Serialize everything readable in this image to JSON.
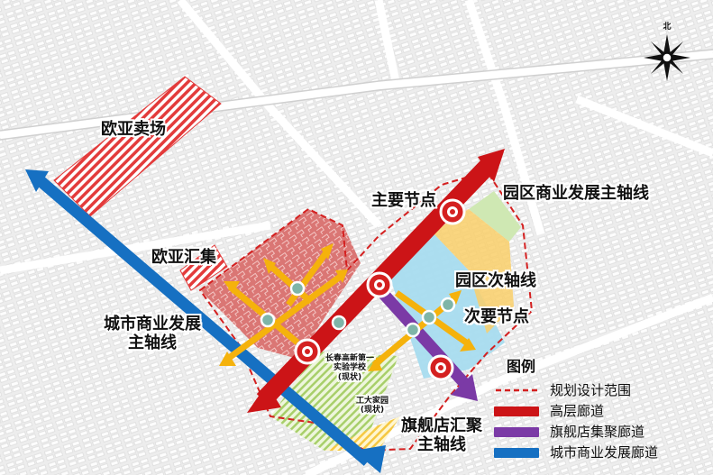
{
  "map": {
    "area_labels": {
      "ouya_market": "欧亚卖场",
      "ouya_huiji": "欧亚汇集",
      "main_node": "主要节点",
      "secondary_node": "次要节点",
      "park_main_axis": "园区商业发展主轴线",
      "park_secondary_axis": "园区次轴线",
      "city_axis_line1": "城市商业发展",
      "city_axis_line2": "主轴线",
      "flagship_axis_line1": "旗舰店汇聚",
      "flagship_axis_line2": "主轴线",
      "school_line1": "长春高新第一",
      "school_line2": "实验学校",
      "school_line3": "(现状)",
      "residence_line1": "工大家园",
      "residence_line2": "(现状)"
    },
    "compass_label": "北"
  },
  "legend": {
    "title": "图例",
    "items": [
      {
        "label": "规划设计范围",
        "type": "dashed-red",
        "color": "#d42020"
      },
      {
        "label": "高层廊道",
        "type": "bar",
        "color": "#cc1417"
      },
      {
        "label": "旗舰店集聚廊道",
        "type": "bar",
        "color": "#7b3aa6"
      },
      {
        "label": "城市商业发展廊道",
        "type": "bar",
        "color": "#1670c2"
      }
    ]
  },
  "colors": {
    "highrise_corridor": "#cc1417",
    "flagship_corridor": "#7b3aa6",
    "city_corridor": "#1670c2",
    "axis_arrow": "#f5b20c",
    "boundary": "#d42020",
    "node_fill": "#7fb5a8"
  }
}
